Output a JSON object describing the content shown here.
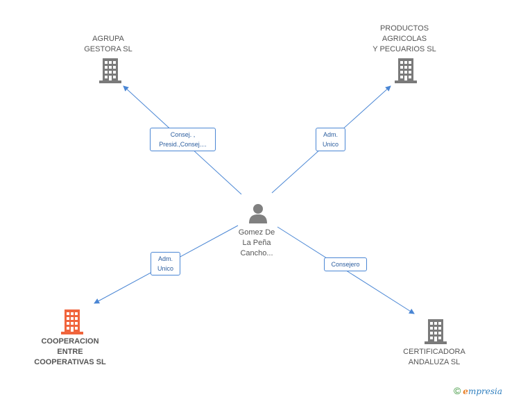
{
  "center": {
    "name": "Gomez De\nLa Peña\nCancho..."
  },
  "nodes": {
    "agrupa": {
      "name": "AGRUPA\nGESTORA  SL",
      "icon": "building-icon"
    },
    "productos": {
      "name": "PRODUCTOS\nAGRICOLAS\nY PECUARIOS SL",
      "icon": "building-icon"
    },
    "cooperacion": {
      "name": "COOPERACION\nENTRE\nCOOPERATIVAS SL",
      "icon": "building-icon"
    },
    "certificadora": {
      "name": "CERTIFICADORA\nANDALUZA SL",
      "icon": "building-icon"
    }
  },
  "edges": {
    "agrupa": "Consej. ,\nPresid.,Consej....",
    "productos": "Adm.\nUnico",
    "cooperacion": "Adm.\nUnico",
    "certificadora": "Consejero"
  },
  "colors": {
    "edge": "#4a86d4",
    "building": "#7a7a7a",
    "building_highlight": "#f0643c",
    "person": "#808080"
  },
  "footer": {
    "copyright": "©",
    "brand_initial": "e",
    "brand_rest": "mpresia"
  }
}
